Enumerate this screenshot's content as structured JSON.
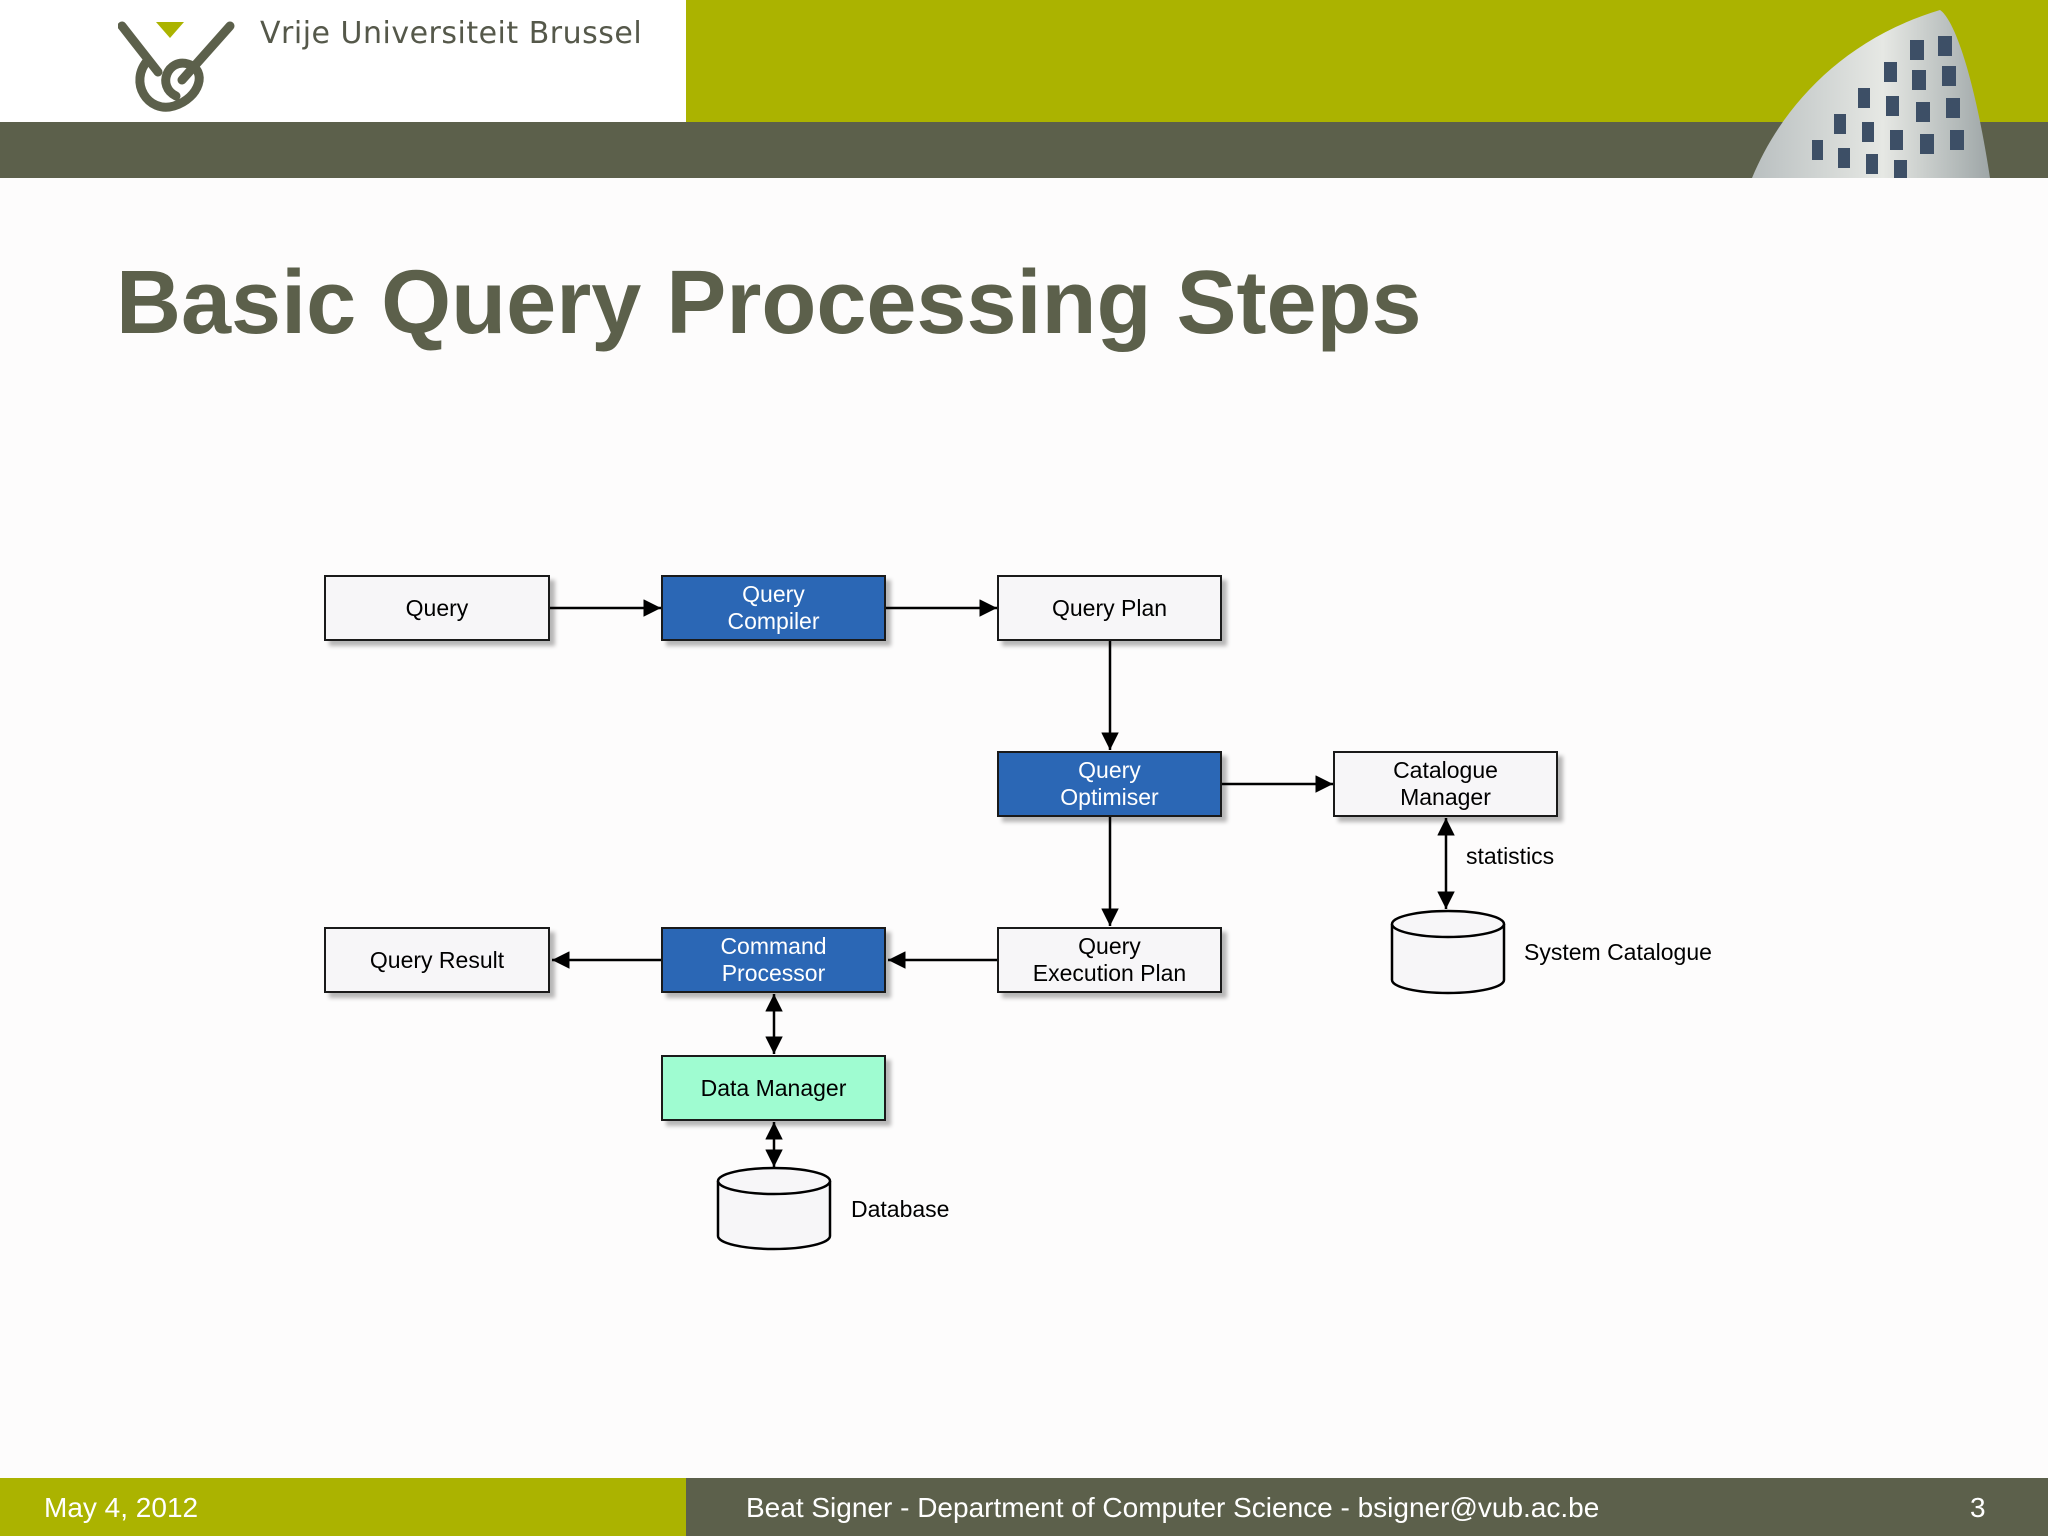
{
  "header": {
    "university_name": "Vrije Universiteit Brussel",
    "colors": {
      "accent_green": "#abb300",
      "dark_band": "#5c604b"
    }
  },
  "title": "Basic Query Processing Steps",
  "diagram": {
    "nodes": {
      "query": "Query",
      "query_compiler": "Query\nCompiler",
      "query_plan": "Query Plan",
      "query_optimiser": "Query\nOptimiser",
      "catalogue_manager": "Catalogue\nManager",
      "query_result": "Query Result",
      "command_processor": "Command\nProcessor",
      "query_execution_plan": "Query\nExecution Plan",
      "data_manager": "Data Manager"
    },
    "labels": {
      "statistics": "statistics",
      "system_catalogue": "System Catalogue",
      "database": "Database"
    },
    "colors": {
      "process_blue": "#2b67b5",
      "data_green": "#9ffcd1"
    }
  },
  "footer": {
    "date": "May 4, 2012",
    "author_line": "Beat Signer - Department of Computer Science - bsigner@vub.ac.be",
    "page_number": "3"
  }
}
